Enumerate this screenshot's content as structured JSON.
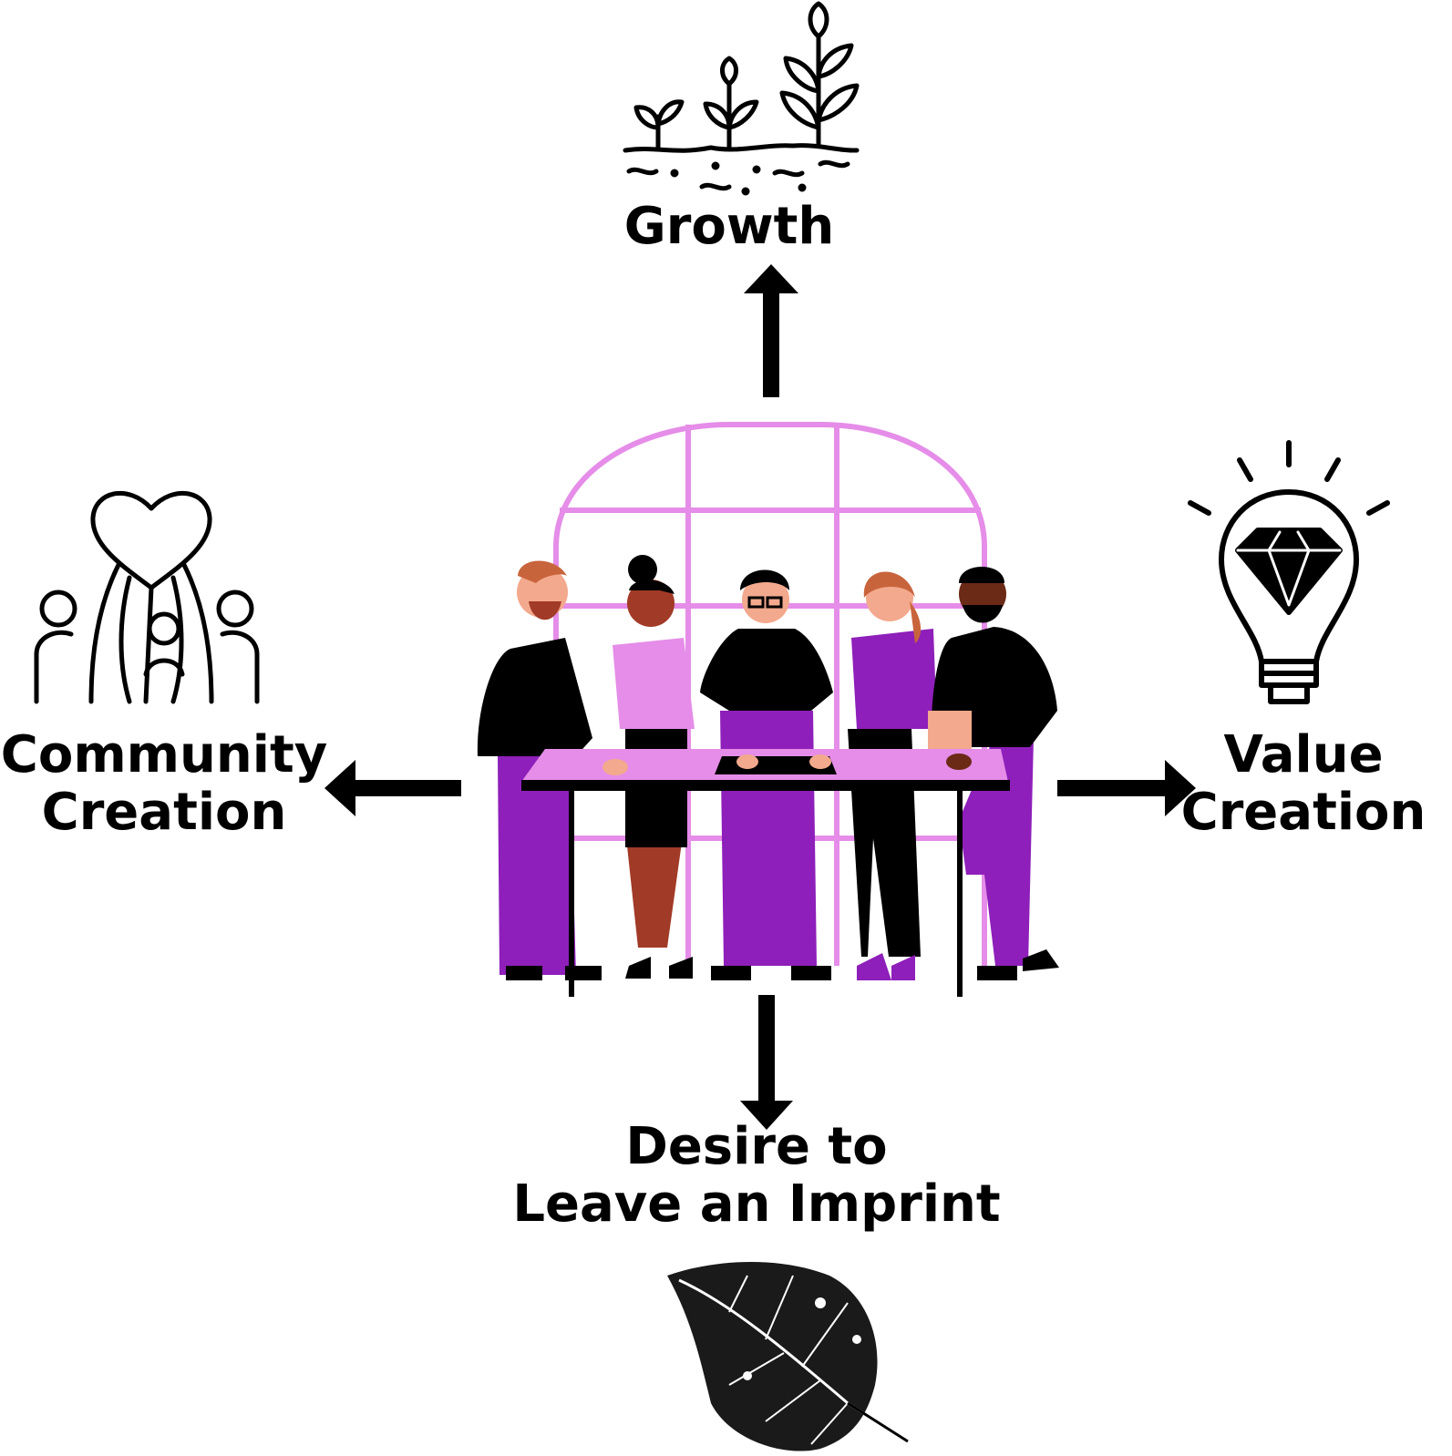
{
  "nodes": {
    "top": {
      "lines": [
        "Growth"
      ],
      "icon": "sprouting-plants-icon"
    },
    "left": {
      "lines": [
        "Community",
        "Creation"
      ],
      "icon": "community-heart-icon"
    },
    "right": {
      "lines": [
        "Value",
        "Creation"
      ],
      "icon": "lightbulb-diamond-icon"
    },
    "bottom": {
      "lines": [
        "Desire to",
        "Leave an Imprint"
      ],
      "icon": "leaf-imprint-icon"
    }
  },
  "center": {
    "icon": "team-meeting-illustration"
  },
  "colors": {
    "accent_purple": "#8e1fba",
    "light_pink": "#e58de8",
    "text": "#000000"
  }
}
